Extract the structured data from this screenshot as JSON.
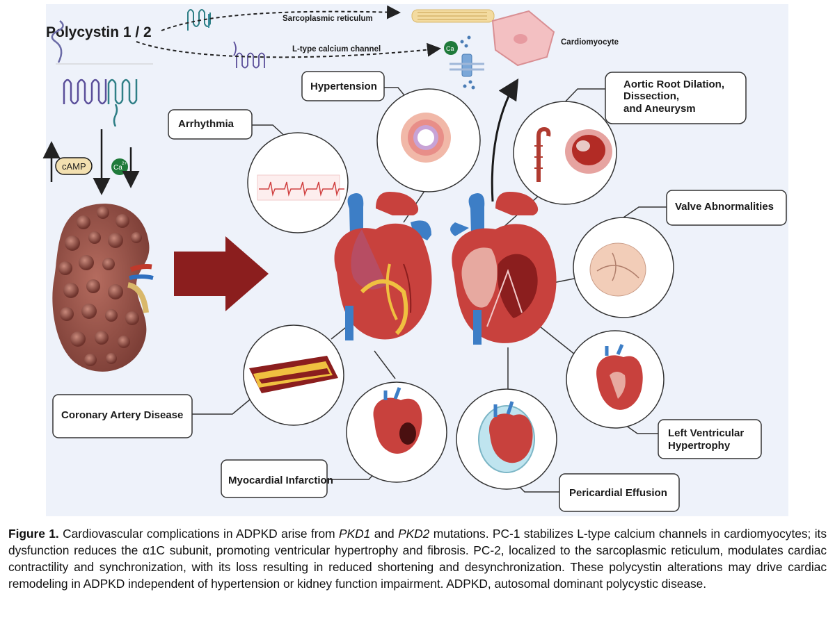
{
  "diagram": {
    "title": "Polycystin 1 / 2",
    "pathway": {
      "sarcoplasmic_reticulum": "Sarcoplasmic reticulum",
      "l_type_channel": "L-type calcium channel",
      "cardiomyocyte": "Cardiomyocyte"
    },
    "signals": {
      "camp": "cAMP",
      "calcium_symbol": "Ca",
      "calcium_charge": "2+"
    },
    "complications": {
      "hypertension": "Hypertension",
      "arrhythmia": "Arrhythmia",
      "aortic_root_line1": "Aortic Root Dilation,",
      "aortic_root_line2": "Dissection,",
      "aortic_root_line3": "and Aneurysm",
      "valve": "Valve Abnormalities",
      "coronary": "Coronary Artery Disease",
      "myocardial": "Myocardial Infarction",
      "lvh_line1": "Left Ventricular",
      "lvh_line2": "Hypertrophy",
      "pericardial": "Pericardial Effusion"
    }
  },
  "caption": {
    "label": "Figure 1.",
    "part1": " Cardiovascular complications in ADPKD arise from ",
    "gene1": "PKD1",
    "part2": " and ",
    "gene2": "PKD2",
    "part3": " mutations. PC-1 stabilizes L-type calcium channels in cardiomyocytes; its dysfunction reduces the α1C subunit, promoting ventricular hypertrophy and fibrosis. PC-2, localized to the sarcoplasmic reticulum, modulates cardiac contractility and synchronization, with its loss resulting in reduced shortening and desynchronization. These polycystin alterations may drive cardiac remodeling in ADPKD independent of hypertension or kidney function impairment. ADPKD, autosomal dominant polycystic disease."
  },
  "colors": {
    "panel_bg": "#eef2fa",
    "kidney": "#9b5a50",
    "arrow_red": "#8b1e1e",
    "heart_red": "#c8413d",
    "vessel_blue": "#3d7ec6",
    "calcium_green": "#1f7a3a",
    "camp_fill": "#f3e0b0"
  },
  "icons": [
    "polycystin-protein-icon",
    "kidney-icon",
    "heart-icon",
    "heart-cross-section-icon",
    "cardiomyocyte-icon",
    "ecg-icon",
    "artery-plaque-icon",
    "aorta-icon",
    "valve-icon",
    "calcium-channel-icon",
    "muscle-fiber-icon"
  ]
}
